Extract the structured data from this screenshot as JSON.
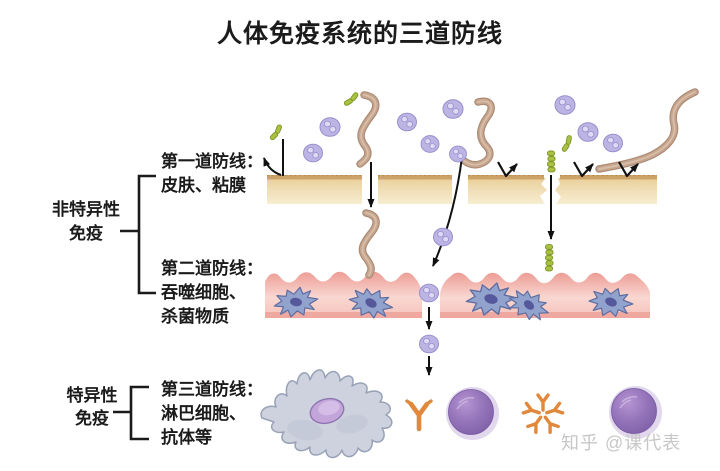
{
  "title": "人体免疫系统的三道防线",
  "watermark": "知乎 @课代表",
  "groups": {
    "nonspecific": {
      "label": "非特异性\n免疫"
    },
    "specific": {
      "label": "特异性\n免疫"
    }
  },
  "defenses": {
    "line1": {
      "text": "第一道防线：\n皮肤、粘膜"
    },
    "line2": {
      "text": "第二道防线：\n吞噬细胞、\n杀菌物质"
    },
    "line3": {
      "text": "第三道防线：\n淋巴细胞、\n抗体等"
    }
  },
  "diagram": {
    "elements": [
      "skin-barrier",
      "mucosa-tissue",
      "phagocyte-cell",
      "macrophage-cell",
      "lymphocyte-cell",
      "antibody-y",
      "coccus-bacterium",
      "bacillus-chain",
      "parasite-worm",
      "entry-arrow",
      "deflect-arrow"
    ]
  },
  "palette": {
    "background": "#ffffff",
    "text": "#1b1b1b",
    "watermark_color": "#c7c7c7",
    "arrow": "#111111",
    "skin_edge": "#cda367",
    "skin_tex": "#b58a4e",
    "skin_dark": "#e9d09b",
    "skin_light": "#f7edd2",
    "pink_dark": "#ec9d95",
    "pink_light": "#f9d7d1",
    "pink_mid": "#f5c3bb",
    "pink_strip": "#efa8a0",
    "phago_body": "#91a2cc",
    "phago_edge": "#5e6da1",
    "phago_nucleus": "#56589c",
    "coccus_body": "#bcb5e4",
    "coccus_edge": "#968dcb",
    "coccus_dot": "#ded9f4",
    "green_body": "#a9c040",
    "green_edge": "#7c9527",
    "worm_body": "#c7a68f",
    "worm_edge": "#ab8a74",
    "worm_hi": "#dcc2ae",
    "macro_body": "#cdd2de",
    "macro_edge": "#98a1b6",
    "macro_shade": "#bac0d0",
    "macro_nucleus": "#c3a5da",
    "macro_nucleus_edge": "#8f76b1",
    "macro_nucleus_hi": "#d9c6ea",
    "lymph_halo": "#e2d8ed",
    "lymph_hi": "#b494d2",
    "lymph_body": "#9070b6",
    "lymph_deep": "#7a5aa3",
    "lymph_streak": "#c9b2de",
    "antibody": "#e0883b"
  }
}
